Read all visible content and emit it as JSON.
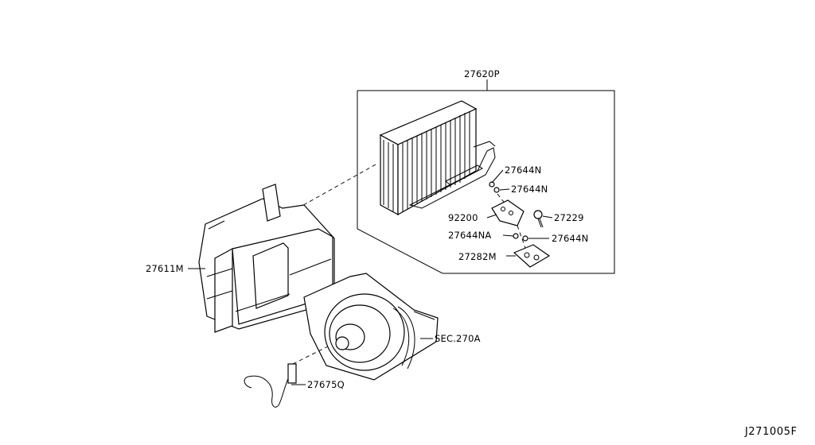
{
  "diagram": {
    "labels": {
      "evaporator_kit": "27620P",
      "oring_1": "27644N",
      "oring_2": "27644N",
      "valve": "92200",
      "cap": "27229",
      "oring_na": "27644NA",
      "oring_3": "27644N",
      "plate": "27282M",
      "heater_unit_case": "27611M",
      "blower_section": "SEC.270A",
      "harness": "27675Q"
    },
    "diagram_code": "J271005F"
  }
}
